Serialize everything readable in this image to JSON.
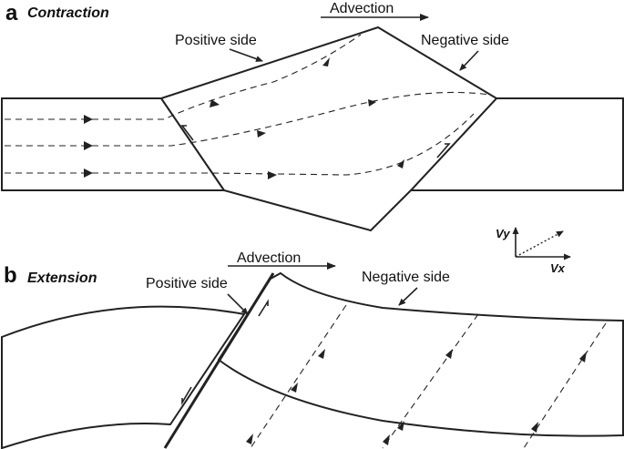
{
  "panel_a": {
    "letter": "a",
    "title": "Contraction",
    "advection_label": "Advection",
    "positive_side_label": "Positive side",
    "negative_side_label": "Negative side"
  },
  "panel_b": {
    "letter": "b",
    "title": "Extension",
    "advection_label": "Advection",
    "positive_side_label": "Positive side",
    "negative_side_label": "Negative side"
  },
  "velocity_legend": {
    "vy_label": "Vy",
    "vx_label": "Vx"
  }
}
